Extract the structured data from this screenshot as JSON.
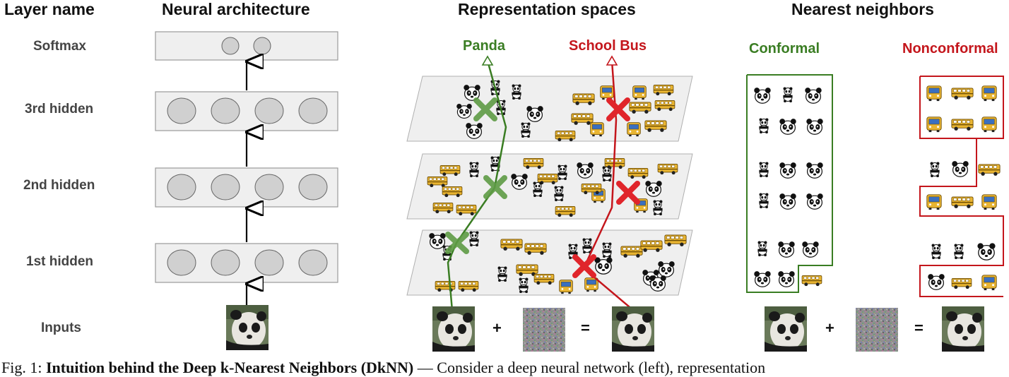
{
  "headers": {
    "layer_name": "Layer name",
    "architecture": "Neural architecture",
    "representation": "Representation spaces",
    "neighbors": "Nearest neighbors"
  },
  "layers": [
    "Softmax",
    "3rd hidden",
    "2nd hidden",
    "1st hidden",
    "Inputs"
  ],
  "paths": {
    "panda": {
      "label": "Panda",
      "color": "#3a7d23"
    },
    "bus": {
      "label": "School Bus",
      "color": "#c4161c"
    }
  },
  "neighbors": {
    "conformal": {
      "label": "Conformal",
      "color": "#3a7d23"
    },
    "nonconformal": {
      "label": "Nonconformal",
      "color": "#c4161c"
    }
  },
  "ops": {
    "plus": "+",
    "equals": "="
  },
  "caption": {
    "prefix": "Fig. 1:",
    "bold": "Intuition behind the Deep k-Nearest Neighbors (DkNN)",
    "rest": "— Consider a deep neural network (left), representation"
  },
  "icons": [
    "panda-icon",
    "school-bus-icon",
    "panda-photo",
    "noise-image",
    "adversarial-panda-photo"
  ]
}
